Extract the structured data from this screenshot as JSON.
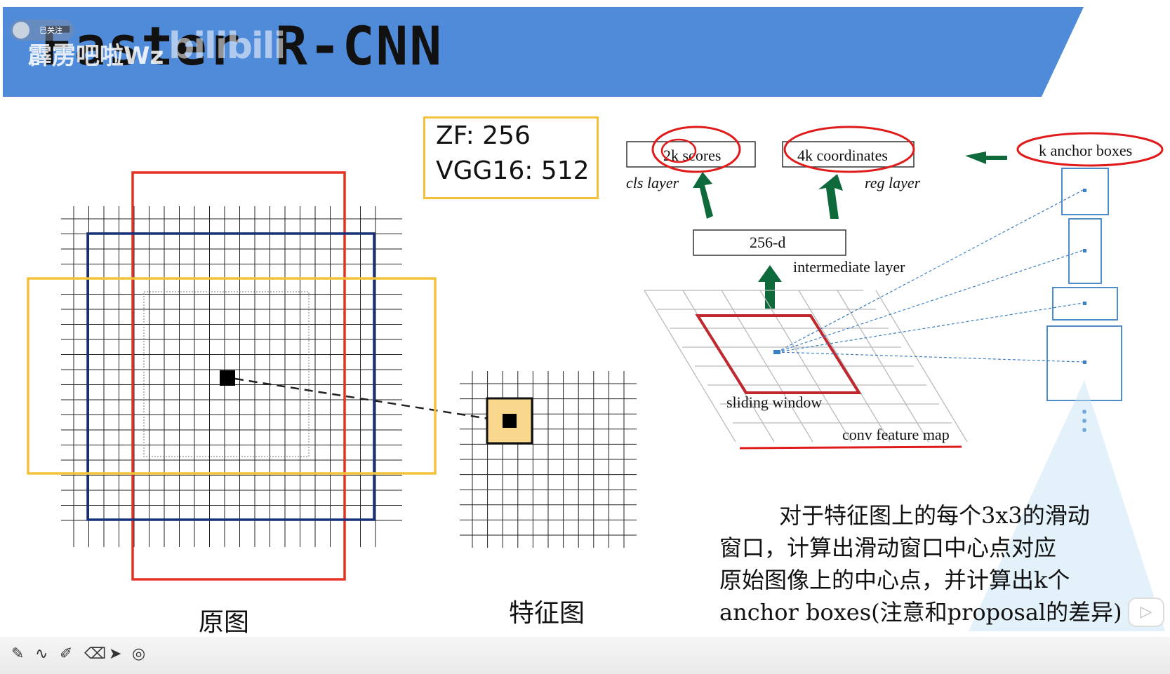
{
  "title": "Faster R-CNN",
  "watermark": {
    "channel": "霹雳吧啦Wz",
    "logo": "bilibili",
    "follow": "已关注"
  },
  "infobox": {
    "line1": "ZF: 256",
    "line2": "VGG16: 512"
  },
  "labels": {
    "scores": "2k scores",
    "coordinates": "4k coordinates",
    "anchors": "k anchor boxes",
    "cls_layer": "cls layer",
    "reg_layer": "reg layer",
    "d256": "256-d",
    "intermediate": "intermediate layer",
    "sliding": "sliding window",
    "feature_map": "conv feature map"
  },
  "captions": {
    "original": "原图",
    "feature": "特征图"
  },
  "description": {
    "l1": "对于特征图上的每个3x3的滑动",
    "l2": "窗口，计算出滑动窗口中心点对应",
    "l3": "原始图像上的中心点，并计算出k个",
    "l4": "anchor boxes(注意和proposal的差异)"
  },
  "colors": {
    "banner": "#4f8bd9",
    "red": "#e53123",
    "navy": "#16307a",
    "yellow": "#f5c13a",
    "green": "#0f6a3b",
    "blue": "#3b7fc4"
  },
  "toolbar_icons": [
    "pen-icon",
    "curve-icon",
    "highlighter-icon",
    "eraser-icon",
    "pointer-icon",
    "record-icon"
  ]
}
